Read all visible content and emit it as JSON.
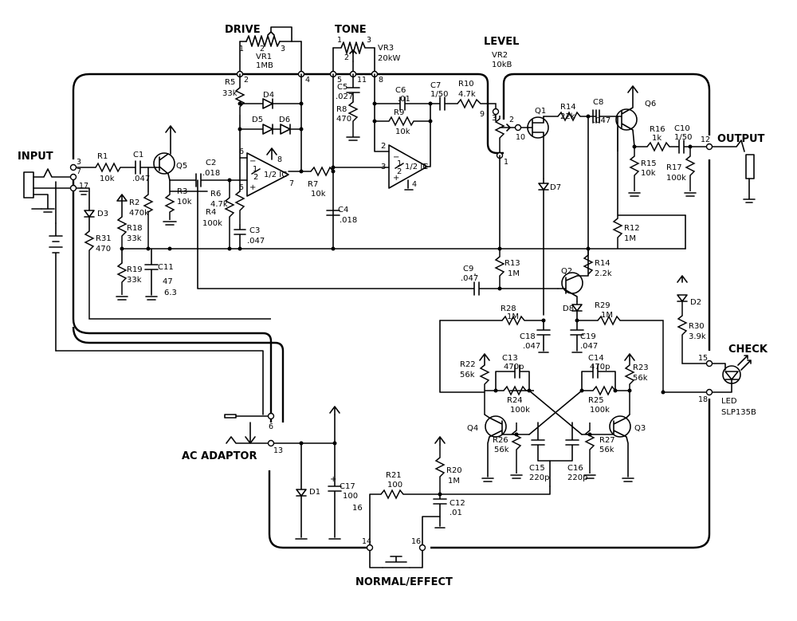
{
  "labels": {
    "drive": "DRIVE",
    "tone": "TONE",
    "level": "LEVEL",
    "input": "INPUT",
    "output": "OUTPUT",
    "check": "CHECK",
    "ac_adaptor": "AC ADAPTOR",
    "normal_effect": "NORMAL/EFFECT",
    "led": "LED",
    "led_part": "SLP135B"
  },
  "pots": {
    "vr1": {
      "name": "VR1",
      "value": "1MB"
    },
    "vr3": {
      "name": "VR3",
      "value": "20kW"
    },
    "vr2": {
      "name": "VR2",
      "value": "10kB"
    }
  },
  "ics": {
    "ic1": {
      "name": "1/2 IC"
    },
    "ic2": {
      "name": "1/2 IC"
    }
  },
  "transistors": {
    "q1": "Q1",
    "q2": "Q2",
    "q3": "Q3",
    "q4": "Q4",
    "q5": "Q5",
    "q6": "Q6"
  },
  "diodes": {
    "d1": "D1",
    "d2": "D2",
    "d3": "D3",
    "d4": "D4",
    "d5": "D5",
    "d6": "D6",
    "d7": "D7",
    "d8": "D8"
  },
  "resistors": {
    "r1": {
      "name": "R1",
      "value": "10k"
    },
    "r2": {
      "name": "R2",
      "value": "470k"
    },
    "r3": {
      "name": "R3",
      "value": "10k"
    },
    "r4": {
      "name": "R4",
      "value": "100k"
    },
    "r5": {
      "name": "R5",
      "value": "33k"
    },
    "r6": {
      "name": "R6",
      "value": "4.7k"
    },
    "r7": {
      "name": "R7",
      "value": "10k"
    },
    "r8": {
      "name": "R8",
      "value": "470"
    },
    "r9": {
      "name": "R9",
      "value": "10k"
    },
    "r10": {
      "name": "R10",
      "value": "4.7k"
    },
    "r12": {
      "name": "R12",
      "value": "1M"
    },
    "r13": {
      "name": "R13",
      "value": "1M"
    },
    "r14": {
      "name": "R14",
      "value": "2.2k"
    },
    "r15": {
      "name": "R15",
      "value": "10k"
    },
    "r16": {
      "name": "R16",
      "value": "1k"
    },
    "r17": {
      "name": "R17",
      "value": "100k"
    },
    "r18": {
      "name": "R18",
      "value": "33k"
    },
    "r19": {
      "name": "R19",
      "value": "33k"
    },
    "r20": {
      "name": "R20",
      "value": "1M"
    },
    "r21": {
      "name": "R21",
      "value": "100"
    },
    "r22": {
      "name": "R22",
      "value": "56k"
    },
    "r23": {
      "name": "R23",
      "value": "56k"
    },
    "r24": {
      "name": "R24",
      "value": "100k"
    },
    "r25": {
      "name": "R25",
      "value": "100k"
    },
    "r26": {
      "name": "R26",
      "value": "56k"
    },
    "r27": {
      "name": "R27",
      "value": "56k"
    },
    "r28": {
      "name": "R28",
      "value": "1M"
    },
    "r29": {
      "name": "R29",
      "value": "1M"
    },
    "r30": {
      "name": "R30",
      "value": "3.9k"
    },
    "r31": {
      "name": "R31",
      "value": "470"
    },
    "r14b": {
      "name": "R14",
      "value": "22k"
    }
  },
  "capacitors": {
    "c1": {
      "name": "C1",
      "value": ".047"
    },
    "c2": {
      "name": "C2",
      "value": ".018"
    },
    "c3": {
      "name": "C3",
      "value": ".047"
    },
    "c4": {
      "name": "C4",
      "value": ".018"
    },
    "c5": {
      "name": "C5",
      "value": ".027"
    },
    "c6": {
      "name": "C6",
      "value": ".01"
    },
    "c7": {
      "name": "C7",
      "value": "1/50"
    },
    "c8": {
      "name": "C8",
      "value": ".047"
    },
    "c9": {
      "name": "C9",
      "value": ".047"
    },
    "c10": {
      "name": "C10",
      "value": "1/50"
    },
    "c11": {
      "name": "C11",
      "value": "47",
      "volt": "6.3"
    },
    "c12": {
      "name": "C12",
      "value": ".01"
    },
    "c13": {
      "name": "C13",
      "value": "470p"
    },
    "c14": {
      "name": "C14",
      "value": "470p"
    },
    "c15": {
      "name": "C15",
      "value": "220p"
    },
    "c16": {
      "name": "C16",
      "value": "220p"
    },
    "c17": {
      "name": "C17",
      "value": "100",
      "volt": "16"
    },
    "c18": {
      "name": "C18",
      "value": ".047"
    },
    "c19": {
      "name": "C19",
      "value": ".047"
    }
  },
  "nodes": [
    "1",
    "2",
    "3",
    "4",
    "5",
    "6",
    "7",
    "8",
    "9",
    "10",
    "11",
    "12",
    "13",
    "14",
    "15",
    "16",
    "17",
    "18"
  ]
}
